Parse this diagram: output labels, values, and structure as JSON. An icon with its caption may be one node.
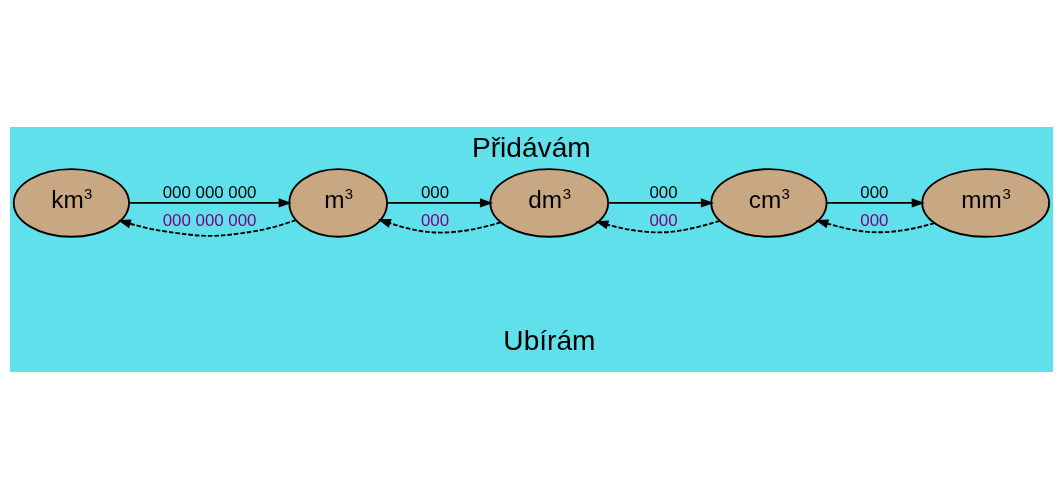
{
  "diagram": {
    "title": "Přidávám",
    "caption": "Ubírám",
    "nodes": [
      {
        "text": [
          "km$^{3}$"
        ]
      },
      {
        "text": [
          "m$^{3}$"
        ]
      },
      {
        "text": [
          "dm$^{3}$"
        ]
      },
      {
        "text": [
          "cm$^{3}$"
        ]
      },
      {
        "text": [
          "mm$^{3}$"
        ]
      }
    ],
    "edges": [
      {
        "from": 0,
        "to": 1,
        "arrow": "to",
        "label": "000 000 000"
      },
      {
        "from": 1,
        "to": 2,
        "arrow": "to",
        "label": "000"
      },
      {
        "from": 2,
        "to": 3,
        "arrow": "to",
        "label": "000"
      },
      {
        "from": 3,
        "to": 4,
        "arrow": "to",
        "label": "000"
      },
      {
        "from": 1,
        "to": 0,
        "arrow": "to",
        "label": "000 000 000",
        "style": "dashed"
      },
      {
        "from": 2,
        "to": 1,
        "arrow": "to",
        "label": "000",
        "style": "dashed"
      },
      {
        "from": 3,
        "to": 2,
        "arrow": "to",
        "label": "000",
        "style": "dashed"
      },
      {
        "from": 4,
        "to": 3,
        "arrow": "to",
        "label": "000",
        "style": "dashed"
      }
    ]
  }
}
